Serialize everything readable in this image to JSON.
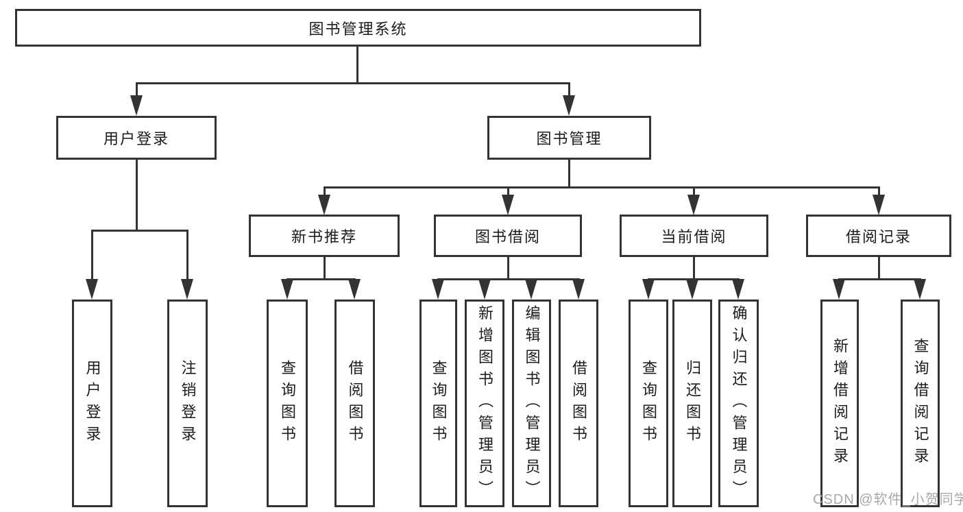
{
  "diagram_type": "hierarchy-tree",
  "tree": {
    "root": {
      "label": "图书管理系统",
      "children": [
        {
          "label": "用户登录",
          "children": [
            {
              "label": "用户登录"
            },
            {
              "label": "注销登录"
            }
          ]
        },
        {
          "label": "图书管理",
          "children": [
            {
              "label": "新书推荐",
              "children": [
                {
                  "label": "查询图书"
                },
                {
                  "label": "借阅图书"
                }
              ]
            },
            {
              "label": "图书借阅",
              "children": [
                {
                  "label": "查询图书"
                },
                {
                  "label": "新增图书（管理员）"
                },
                {
                  "label": "编辑图书（管理员）"
                },
                {
                  "label": "借阅图书"
                }
              ]
            },
            {
              "label": "当前借阅",
              "children": [
                {
                  "label": "查询图书"
                },
                {
                  "label": "归还图书"
                },
                {
                  "label": "确认归还（管理员）"
                }
              ]
            },
            {
              "label": "借阅记录",
              "children": [
                {
                  "label": "新增借阅记录"
                },
                {
                  "label": "查询借阅记录"
                }
              ]
            }
          ]
        }
      ]
    }
  },
  "watermark": "CSDN @软件_小贺同学",
  "colors": {
    "line": "#333333",
    "box_background": "#ffffff",
    "text": "#1c1c1c",
    "watermark": "#a8a8a8"
  }
}
